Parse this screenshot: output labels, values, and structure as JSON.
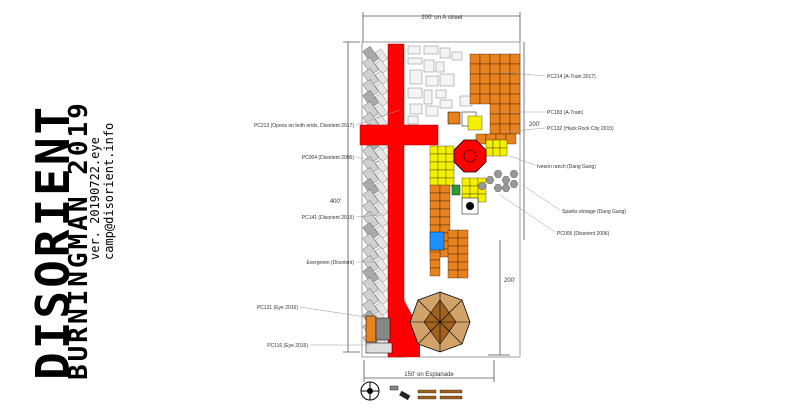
{
  "brand": {
    "logo": "DISORIENT",
    "subtitle": "BURNINGMAN 2019",
    "version": "ver. 20190722.eye",
    "email": "camp@disorient.info"
  },
  "dimensions": {
    "top": "200' on A street",
    "bottom": "150' on Esplanade",
    "left": "400'",
    "right_upper": "200'",
    "right_lower": "200'"
  },
  "labels": {
    "pc214": "PC214 (A-Train 2017)",
    "pc183": "PC183 (A-Train)",
    "pc132": "PC132 (Hack Rock City 2015)",
    "iveson": "Iveson ranch (Dang Gang)",
    "sparks": "Sparks storage (Dang Gang)",
    "pc005": "PC005 (Disorient 2006)",
    "pc213": "PC213 (Opens on both ends, Disorient 2017)",
    "pc004": "PC004 (Disorient 2006)",
    "pc141": "PC141 (Disorient 2015)",
    "evergreen": "Evergreen (Disorient)",
    "pc131": "PC131 (Eye 2016)",
    "pc116": "PC116 (Eye 2015)"
  },
  "colors": {
    "road": "#ff0000",
    "orange_block": "#e8821e",
    "yellow_block": "#f4f000",
    "blue_block": "#1e90ff",
    "green_block": "#2e9a2e",
    "rv": "#d0d0d0",
    "structure": "#a0621e"
  }
}
